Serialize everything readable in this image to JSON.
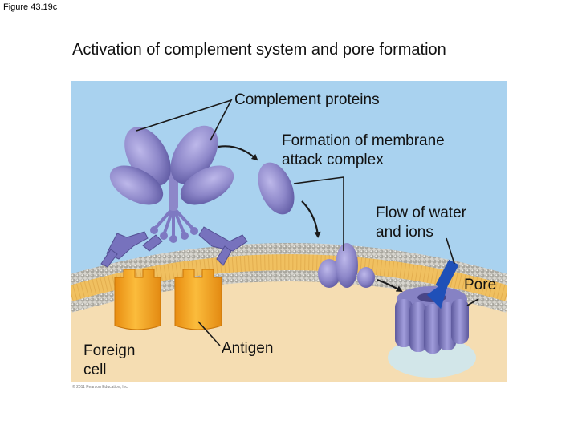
{
  "figure_label": "Figure 43.19c",
  "title": "Activation of complement system and pore formation",
  "labels": {
    "complement_proteins": "Complement proteins",
    "mac_formation_line1": "Formation of membrane",
    "mac_formation_line2": "attack complex",
    "flow_line1": "Flow of water",
    "flow_line2": "and ions",
    "pore": "Pore",
    "foreign_line1": "Foreign",
    "foreign_line2": "cell",
    "antigen": "Antigen"
  },
  "copyright": "© 2011 Pearson Education, Inc.",
  "colors": {
    "background_fluid": "#a9d2ef",
    "membrane_head": "#b4b2a9",
    "membrane_core": "#f0c060",
    "cell_interior": "#f5ddb2",
    "complement_protein": "#8d87c9",
    "antigen": "#f2a41c",
    "flow_arrow": "#1f50b8"
  }
}
